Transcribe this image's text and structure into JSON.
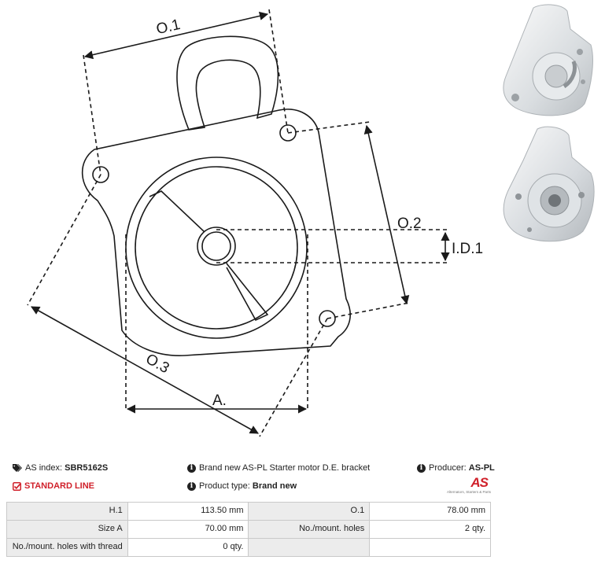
{
  "drawing": {
    "labels": {
      "o1": "O.1",
      "o2": "O.2",
      "o3": "O.3",
      "a": "A.",
      "id1": "I.D.1"
    },
    "line_color": "#1a1a1a"
  },
  "info": {
    "as_index_label": "AS index:",
    "as_index_value": "SBR5162S",
    "description": "Brand new AS-PL Starter motor D.E. bracket",
    "producer_label": "Producer:",
    "producer_value": "AS-PL",
    "line_label": "STANDARD LINE",
    "product_type_label": "Product type:",
    "product_type_value": "Brand new"
  },
  "logo": {
    "mark": "AS",
    "tagline": "Alternators, Starters & Parts",
    "color": "#d0202a"
  },
  "spec_table": {
    "rows": [
      {
        "k1": "H.1",
        "v1": "113.50 mm",
        "k2": "O.1",
        "v2": "78.00 mm"
      },
      {
        "k1": "Size A",
        "v1": "70.00 mm",
        "k2": "No./mount. holes",
        "v2": "2 qty."
      },
      {
        "k1": "No./mount. holes with thread",
        "v1": "0 qty.",
        "k2": "",
        "v2": ""
      }
    ]
  }
}
